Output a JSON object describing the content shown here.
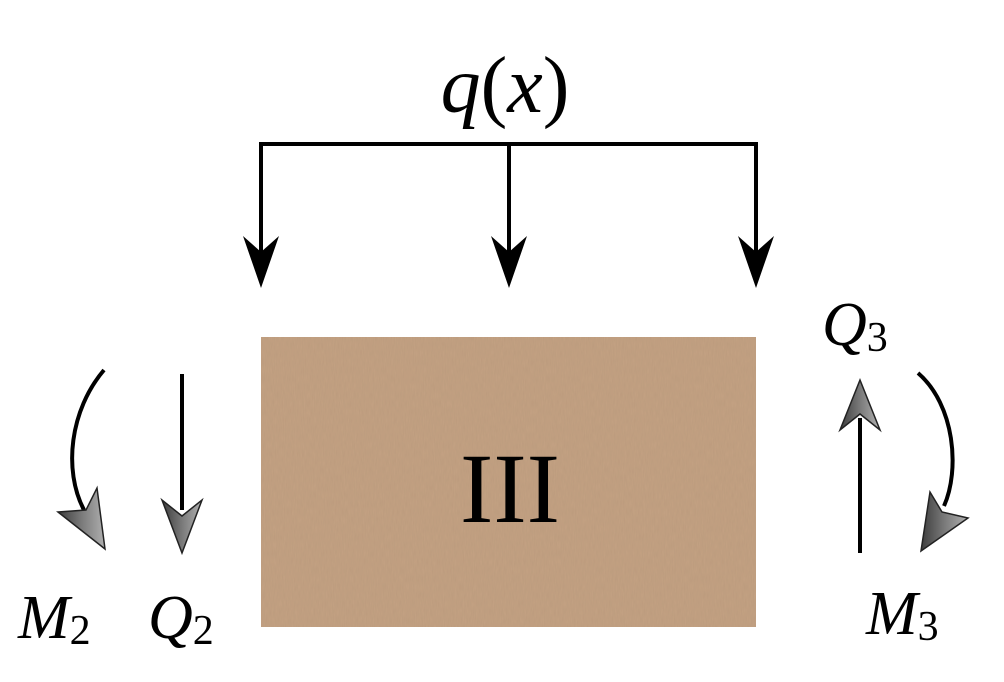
{
  "load": {
    "symbol": "q",
    "open_paren": "(",
    "variable": "x",
    "close_paren": ")"
  },
  "block": {
    "label": "III",
    "color": "#c4a283"
  },
  "left_moment": {
    "symbol": "M",
    "subscript": "2"
  },
  "left_shear": {
    "symbol": "Q",
    "subscript": "2"
  },
  "right_shear": {
    "symbol": "Q",
    "subscript": "3"
  },
  "right_moment": {
    "symbol": "M",
    "subscript": "3"
  },
  "colors": {
    "line": "#000000",
    "arrowhead_dark": "#4a4a4a",
    "arrowhead_light": "#9a9a9a"
  },
  "icons": {
    "distributed_load": "distributed-load-arrows",
    "moment": "curved-arrow-icon",
    "shear": "straight-arrow-icon"
  }
}
